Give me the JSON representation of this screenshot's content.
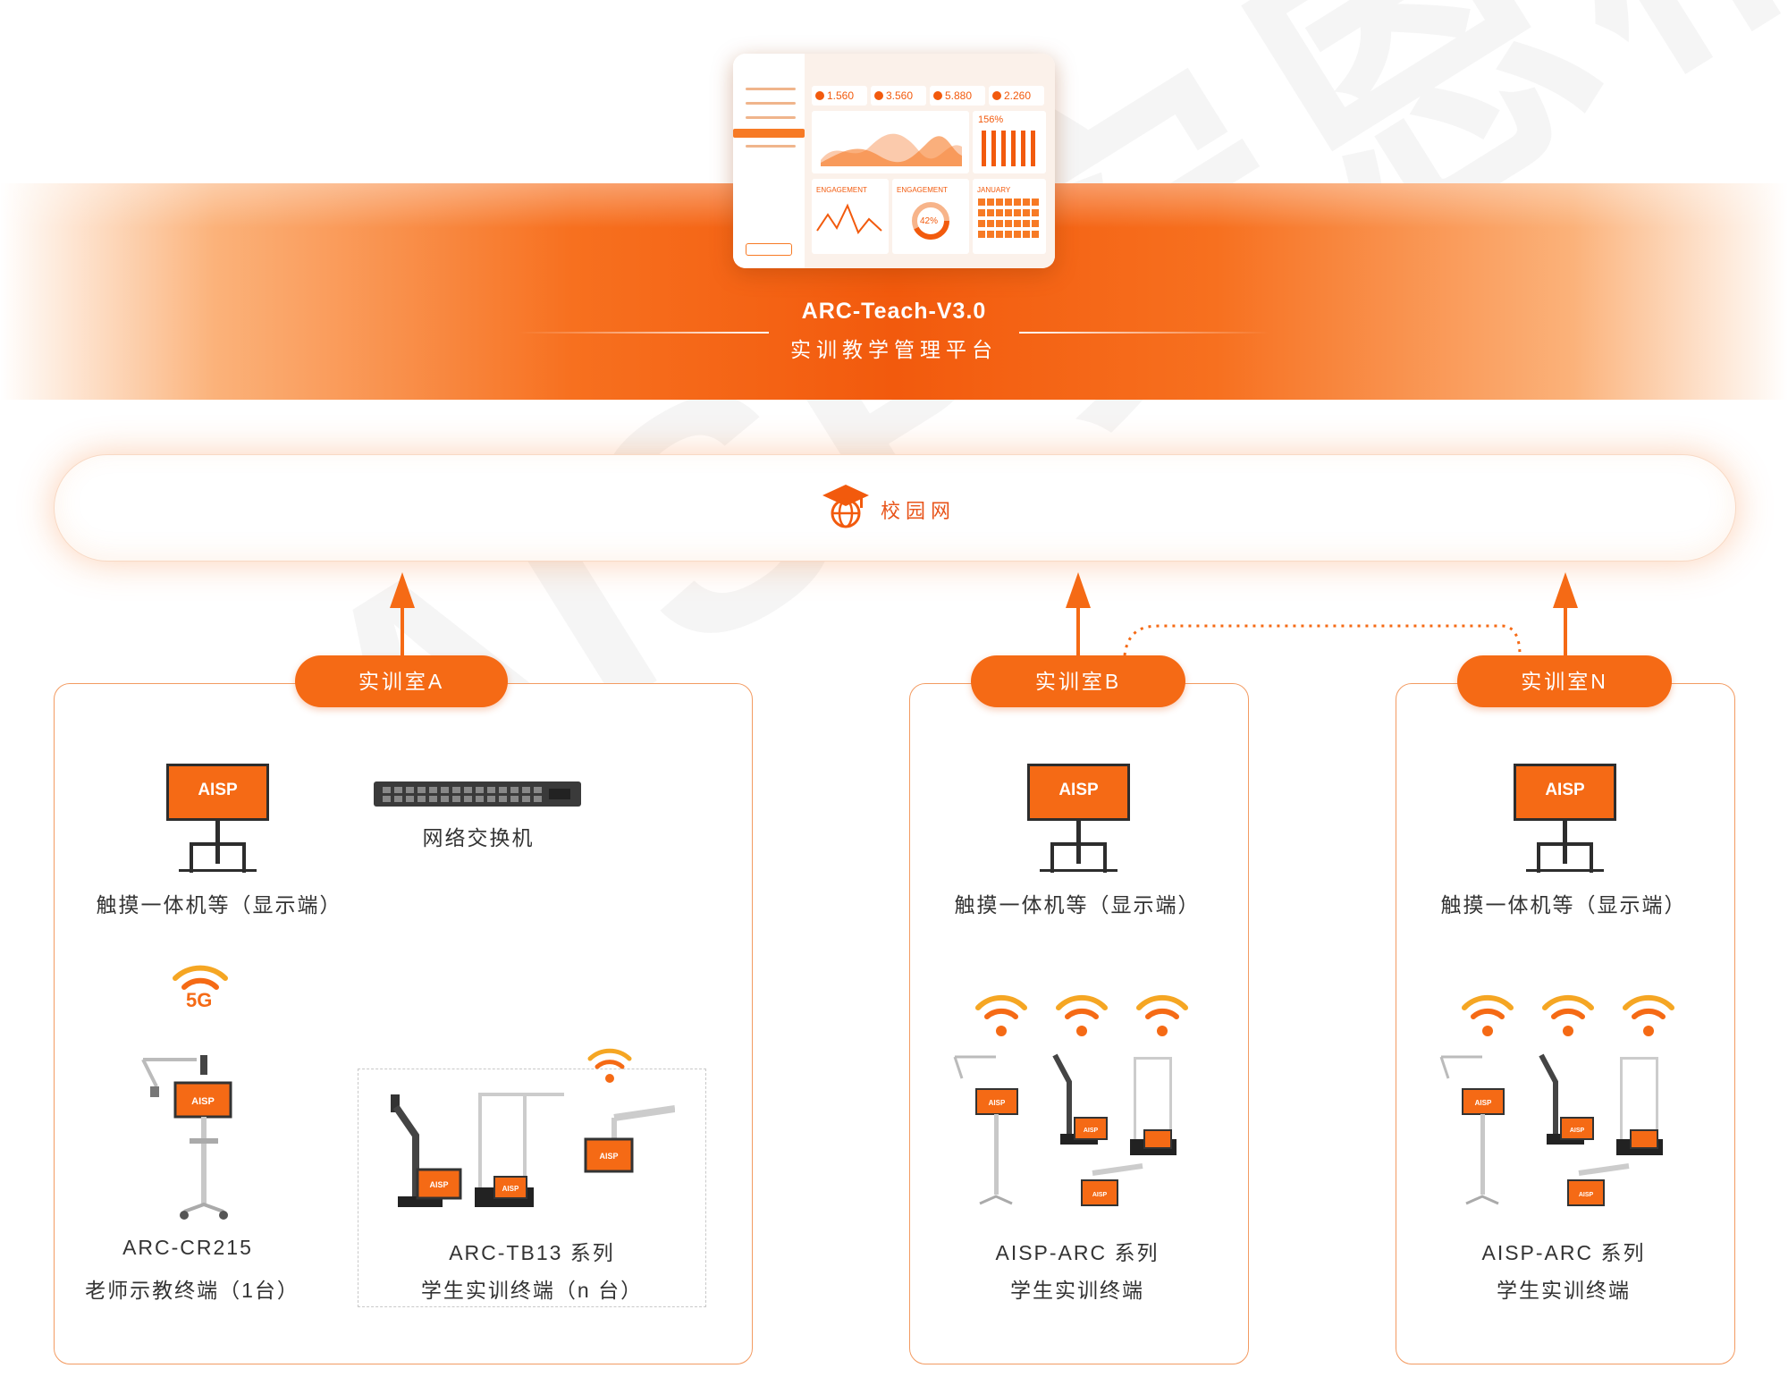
{
  "platform": {
    "title": "ARC-Teach-V3.0",
    "subtitle": "实训教学管理平台",
    "dashboard": {
      "stats": [
        "1.560",
        "3.560",
        "5.880",
        "2.260"
      ],
      "bar_card_value": "156%",
      "engagement_label_1": "ENGAGEMENT",
      "engagement_label_2": "ENGAGEMENT",
      "donut_value": "42%",
      "calendar_label": "JANUARY"
    }
  },
  "campus_network": {
    "label": "校园网"
  },
  "rooms": [
    {
      "name": "实训室A",
      "display_label": "触摸一体机等（显示端）",
      "switch_label": "网络交换机",
      "signal_label": "5G",
      "teacher": {
        "line1": "ARC-CR215",
        "line2": "老师示教终端（1台）"
      },
      "students": {
        "line1": "ARC-TB13 系列",
        "line2": "学生实训终端（n 台）"
      }
    },
    {
      "name": "实训室B",
      "display_label": "触摸一体机等（显示端）",
      "students": {
        "line1": "AISP-ARC 系列",
        "line2": "学生实训终端"
      }
    },
    {
      "name": "实训室N",
      "display_label": "触摸一体机等（显示端）",
      "students": {
        "line1": "AISP-ARC 系列",
        "line2": "学生实训终端"
      }
    }
  ],
  "brand": {
    "logo": "AISP",
    "watermark": "AISP安恩柏"
  },
  "colors": {
    "accent": "#f56a15",
    "accent_light": "#fbb27a",
    "border": "#f39b62",
    "text": "#333333"
  }
}
